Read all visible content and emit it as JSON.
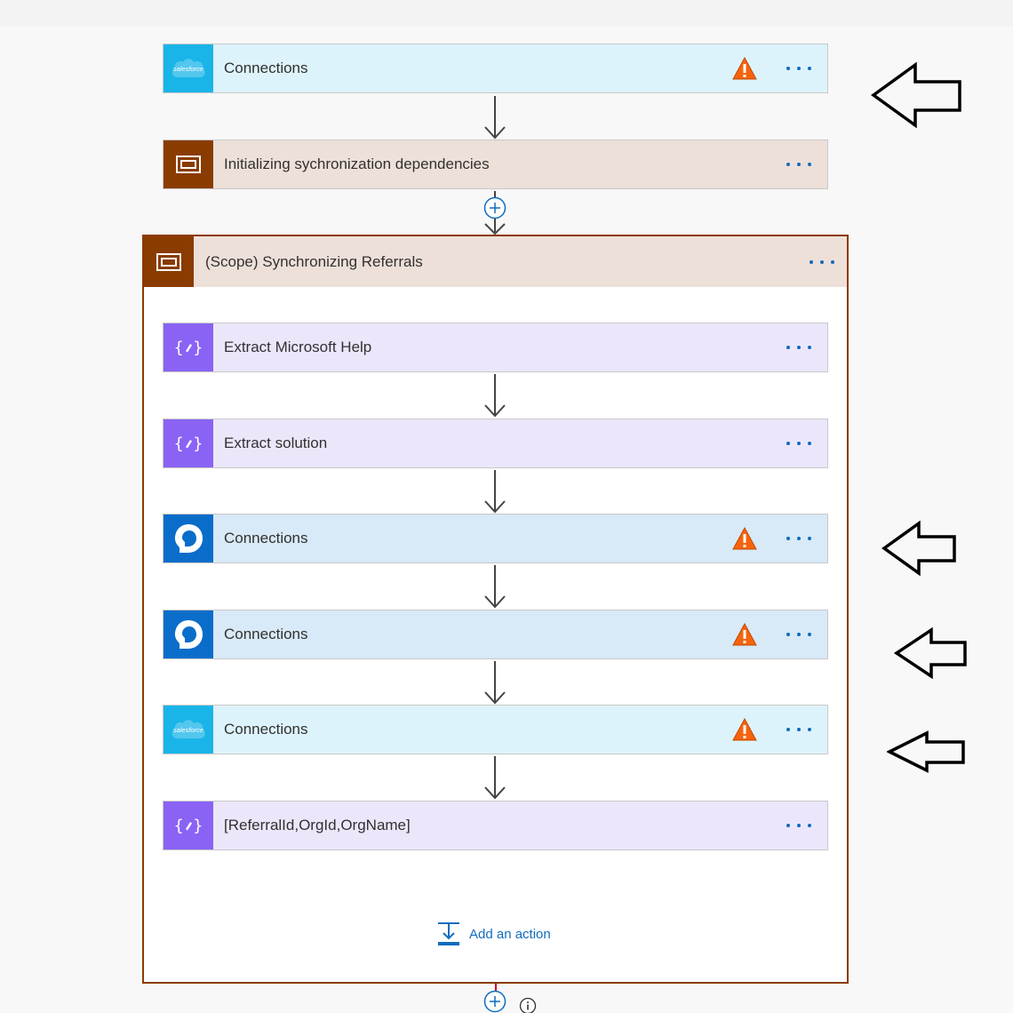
{
  "steps": {
    "sf_connections_top": {
      "title": "Connections",
      "icon": "salesforce-logo",
      "brand_text": "salesforce",
      "warning": true
    },
    "init_sync": {
      "title": "Initializing sychronization dependencies",
      "icon": "scope-icon"
    },
    "scope": {
      "title": "(Scope) Synchronizing Referrals",
      "icon": "scope-icon",
      "items": [
        {
          "title": "Extract Microsoft Help",
          "icon": "variable-icon"
        },
        {
          "title": "Extract solution",
          "icon": "variable-icon"
        },
        {
          "title": "Connections",
          "icon": "dataverse-logo",
          "warning": true
        },
        {
          "title": "Connections",
          "icon": "dataverse-logo",
          "warning": true
        },
        {
          "title": "Connections",
          "icon": "salesforce-logo",
          "brand_text": "salesforce",
          "warning": true
        },
        {
          "title": "[ReferralId,OrgId,OrgName]",
          "icon": "variable-icon"
        }
      ],
      "add_action_label": "Add an action"
    }
  },
  "colors": {
    "salesforce": "#1ab5e8",
    "scope": "#8a3b00",
    "variable": "#8a63f5",
    "dataverse": "#0b6dca",
    "warning": "#f7630c",
    "link": "#0f6cbd"
  }
}
